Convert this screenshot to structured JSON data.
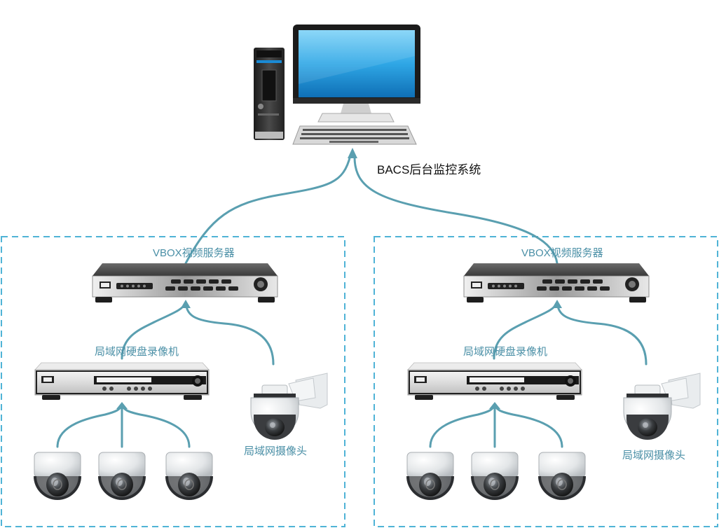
{
  "diagram": {
    "host_label": "BACS后台监控系统",
    "groups": [
      {
        "server_label": "VBOX视频服务器",
        "nvr_label": "局域网硬盘录像机",
        "ptz_label": "局域网摄像头"
      },
      {
        "server_label": "VBOX视频服务器",
        "nvr_label": "局域网硬盘录像机",
        "ptz_label": "局域网摄像头"
      }
    ]
  },
  "colors": {
    "link": "#5a9fb0",
    "group_border": "#4fb3d6",
    "label_accent": "#4a8fa6"
  }
}
